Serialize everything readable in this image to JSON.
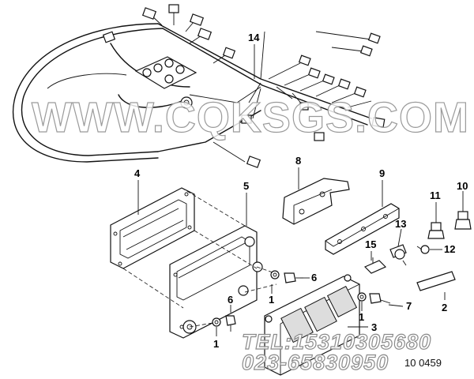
{
  "watermark": "WWW.CQKSGS.COM",
  "contact": {
    "tel": "TEL:15310305680",
    "phone": "023-65830950"
  },
  "part_code": "10 0459",
  "callouts": [
    "14",
    "8",
    "9",
    "4",
    "5",
    "11",
    "10",
    "13",
    "15",
    "12",
    "6",
    "1",
    "2",
    "7",
    "3",
    "6",
    "1",
    "1"
  ]
}
